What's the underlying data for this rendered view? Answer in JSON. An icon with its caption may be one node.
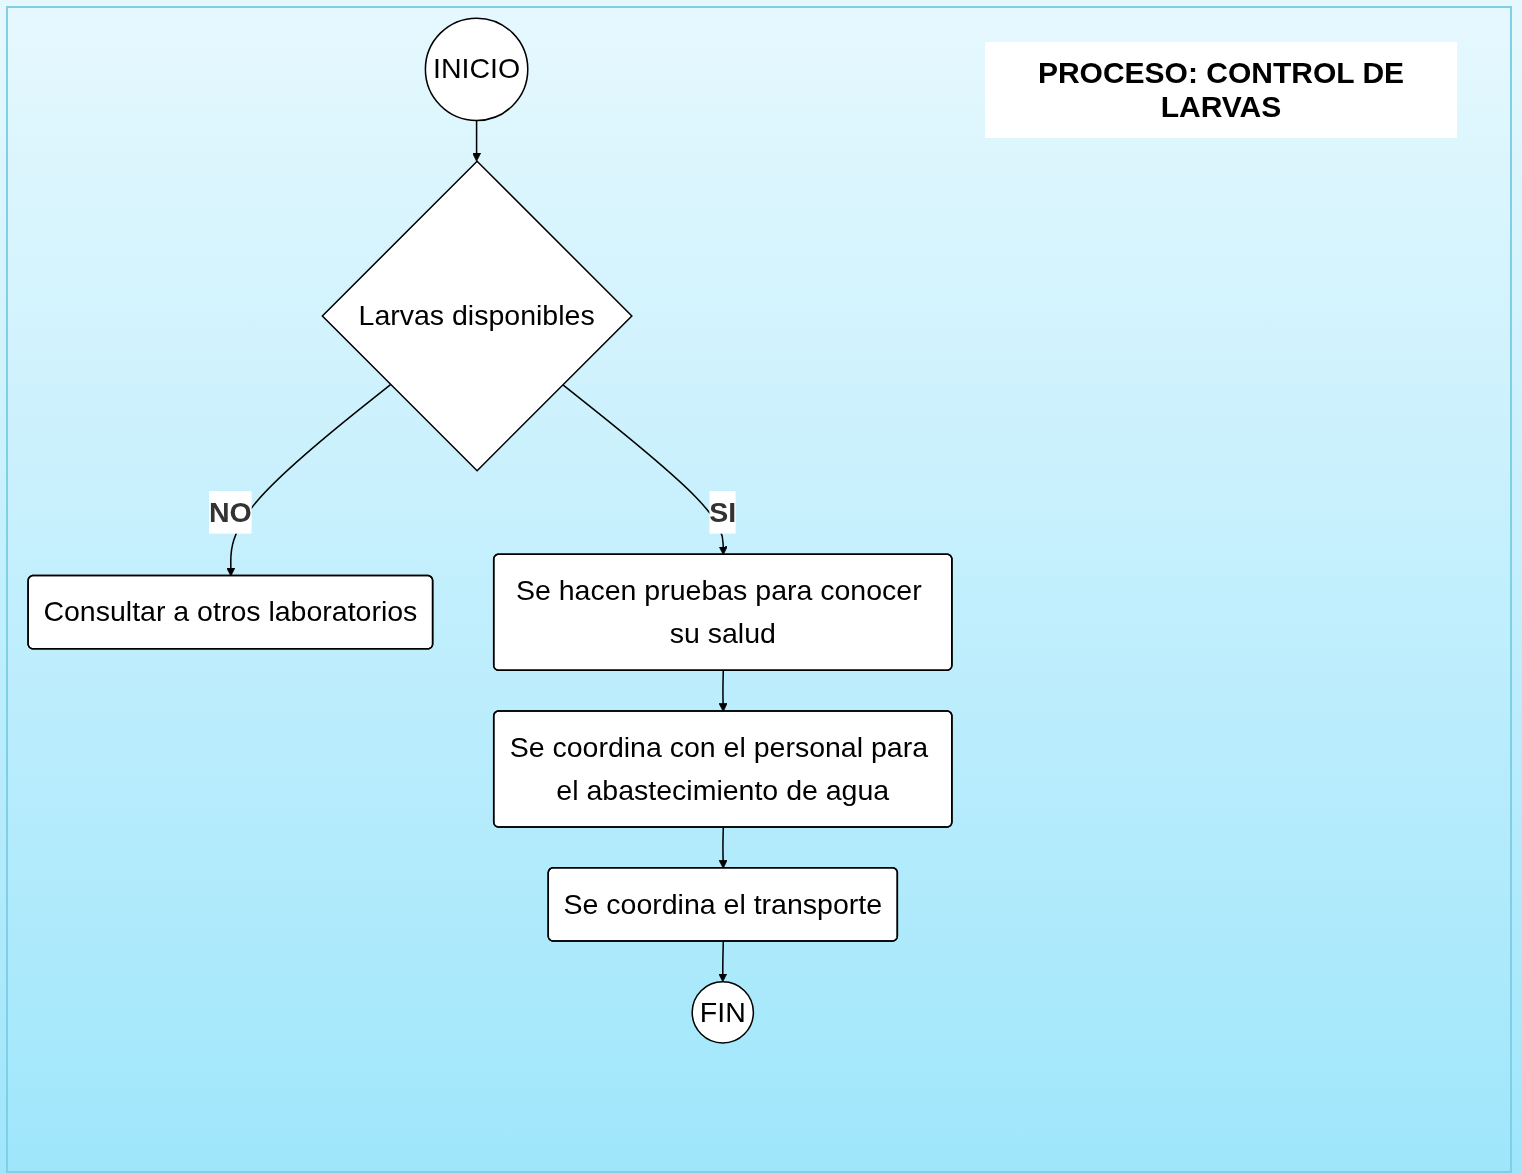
{
  "diagram": {
    "title": "PROCESO: CONTROL DE LARVAS",
    "nodes": [
      {
        "text": [
          "INICIO"
        ]
      },
      {
        "text": [
          "Larvas disponibles"
        ]
      },
      {
        "text": [
          "Consultar a otros laboratorios"
        ]
      },
      {
        "text": [
          "Se hacen pruebas para conocer su salud"
        ]
      },
      {
        "text": [
          "Se coordina con el personal para el abastecimiento de agua"
        ]
      },
      {
        "text": [
          "Se coordina el transporte"
        ]
      },
      {
        "text": [
          "FIN"
        ]
      }
    ],
    "edges": [
      {
        "from": 0,
        "to": 1,
        "arrow": "to"
      },
      {
        "from": 1,
        "to": 2,
        "arrow": "to",
        "label": "NO"
      },
      {
        "from": 1,
        "to": 3,
        "arrow": "to",
        "label": "SI"
      },
      {
        "from": 3,
        "to": 4,
        "arrow": "to"
      },
      {
        "from": 4,
        "to": 5,
        "arrow": "to"
      },
      {
        "from": 5,
        "to": 6,
        "arrow": "to"
      }
    ]
  }
}
